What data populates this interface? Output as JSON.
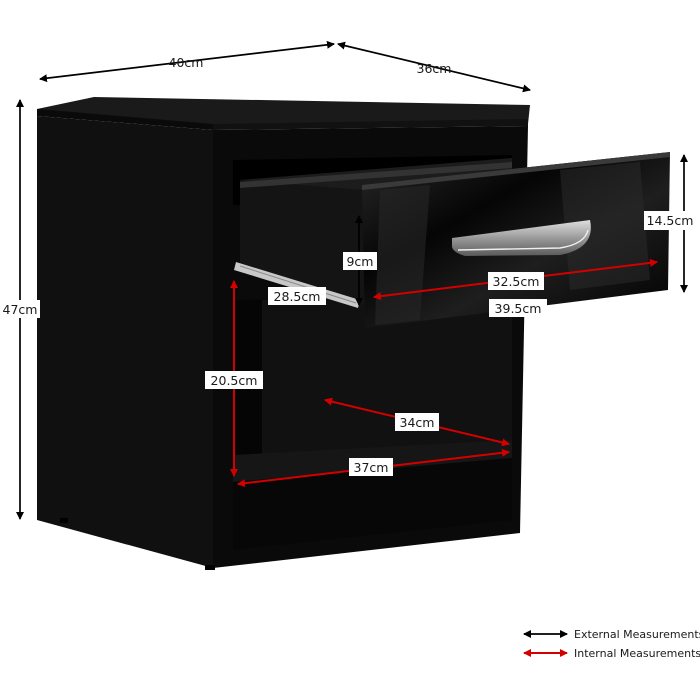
{
  "dimensions": {
    "width_top": "40cm",
    "depth_top": "36cm",
    "height_left": "47cm",
    "drawer_front_height": "14.5cm",
    "drawer_inner_height": "9cm",
    "drawer_inner_width": "32.5cm",
    "drawer_front_width": "39.5cm",
    "drawer_inner_depth": "28.5cm",
    "shelf_height": "20.5cm",
    "shelf_depth": "34cm",
    "shelf_width": "37cm"
  },
  "legend": {
    "external": "External Measurements",
    "internal": "Internal Measurements"
  },
  "colors": {
    "external_arrow": "#000000",
    "internal_arrow": "#d40000",
    "cabinet": "#0c0c0c"
  }
}
